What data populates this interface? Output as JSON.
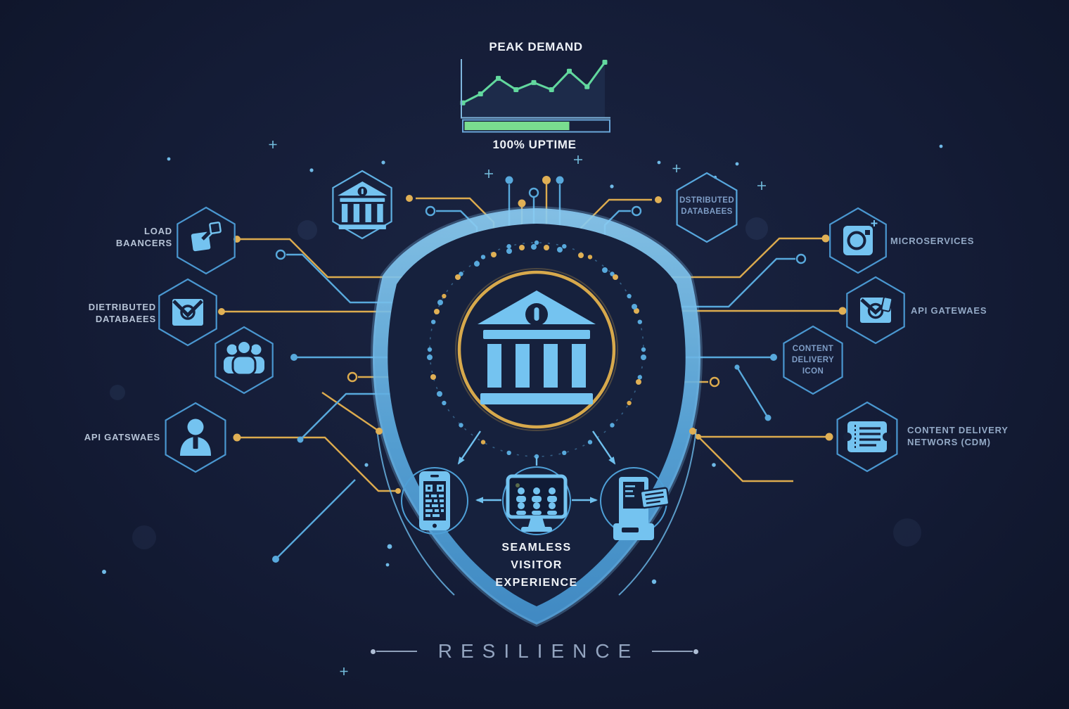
{
  "colors": {
    "background": "#131b34",
    "shield_light": "#86c9f1",
    "shield_deep": "#3f8fcb",
    "icon_blue": "#74c3f0",
    "hex_stroke": "#4a97d0",
    "trace_blue": "#58a9dc",
    "trace_gold": "#dcab4e",
    "chart_green": "#62d89e",
    "progress_green": "#79dc8f",
    "text_white": "#eef2f7",
    "label_gray": "#b6c3d6",
    "muted_label": "#7e9dc6",
    "resilience_gray": "#93a4bf"
  },
  "top_panel": {
    "title": "PEAK DEMAND",
    "uptime_label": "100% UPTIME"
  },
  "chart_data": {
    "type": "line",
    "x": [
      1,
      2,
      3,
      4,
      5,
      6,
      7,
      8,
      9
    ],
    "values": [
      25,
      40,
      66,
      47,
      59,
      47,
      78,
      52,
      93
    ],
    "title": "PEAK DEMAND",
    "xlabel": "",
    "ylabel": "",
    "ylim": [
      0,
      100
    ],
    "grid": false,
    "legend": false,
    "marker": "square",
    "line_color": "#62d89e",
    "area_fill": "#1d2b4a",
    "axis_color": "#7fb6dd",
    "progress_percent": 73,
    "progress_label": "100% UPTIME"
  },
  "nodes": {
    "top_left": {
      "id": "bank-node",
      "label": "",
      "icon": "bank-icon"
    },
    "top_right": {
      "id": "distributed-databases-top",
      "label": "DSTRIBUTED\nDATABAEES",
      "icon": ""
    },
    "left": [
      {
        "id": "load-balancers",
        "label": "LOAD\nBAANCERS",
        "icon": "share-arrow-icon"
      },
      {
        "id": "distributed-databases-left",
        "label": "DIETRIBUTED\nDATABAEES",
        "icon": "envelope-check-icon"
      },
      {
        "id": "user-group",
        "label": "",
        "icon": "people-group-icon"
      },
      {
        "id": "api-gateways-left",
        "label": "API GATSWAES",
        "icon": "person-icon"
      }
    ],
    "right": [
      {
        "id": "microservices",
        "label": "MICROSERVICES",
        "icon": "camera-icon"
      },
      {
        "id": "api-gateways-right",
        "label": "API GATEWAES",
        "icon": "envelope-sync-icon"
      },
      {
        "id": "content-delivery-icon",
        "label": "CONTENT\nDELIVERY\nICON",
        "icon": ""
      },
      {
        "id": "cdn",
        "label": "CONTENT DELIVERY\nNETWORS (CDM)",
        "icon": "ticket-icon"
      }
    ]
  },
  "center": {
    "icon": "bank-icon",
    "devices": [
      "smartphone-qr-icon",
      "monitor-audience-icon",
      "kiosk-ticket-icon"
    ],
    "experience_label": "SEAMLESS\nVISITOR\nEXPERIENCE"
  },
  "footer": {
    "resilience_label": "RESILIENCE"
  }
}
